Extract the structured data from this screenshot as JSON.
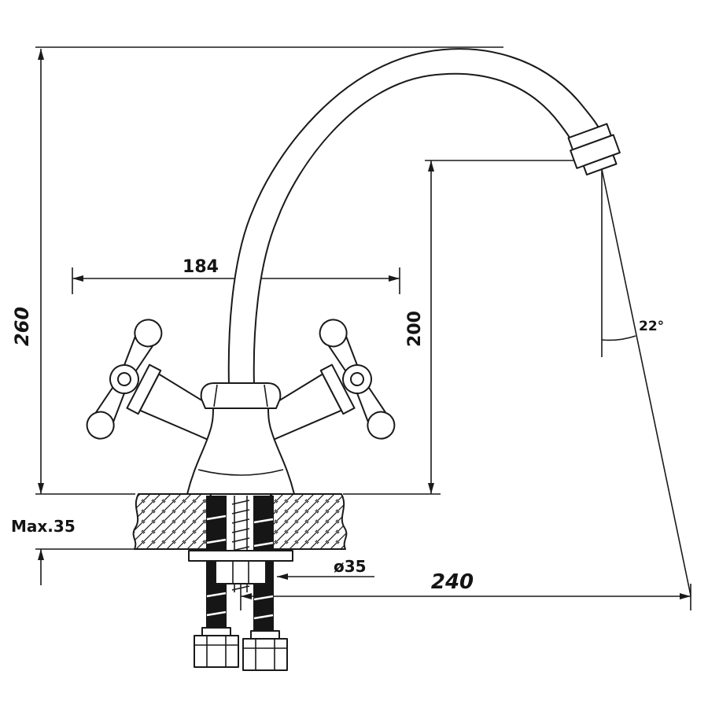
{
  "drawing": {
    "kind": "faucet installation dimension drawing",
    "colors": {
      "line": "#1a1a1a",
      "background": "#ffffff"
    },
    "dimensions": {
      "overall_height": "260",
      "spout_span": "184",
      "outlet_height": "200",
      "outlet_angle": "22°",
      "max_panel_thickness": "Max.35",
      "hole_diameter": "ø35",
      "spout_reach": "240"
    }
  }
}
